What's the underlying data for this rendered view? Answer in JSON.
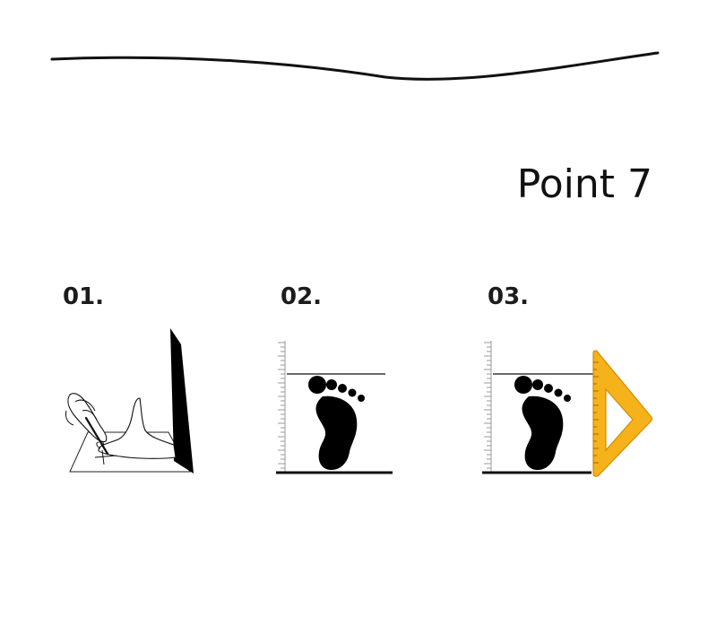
{
  "title": "Point 7",
  "steps": [
    {
      "number": "01.",
      "icon": "foot-tracing-icon"
    },
    {
      "number": "02.",
      "icon": "foot-measurement-icon"
    },
    {
      "number": "03.",
      "icon": "foot-measurement-with-set-square-icon"
    }
  ],
  "colors": {
    "ink": "#111111",
    "ruler_ticks": "#9a9a9a",
    "set_square": "#f5b21a",
    "set_square_edge": "#d48b00"
  }
}
